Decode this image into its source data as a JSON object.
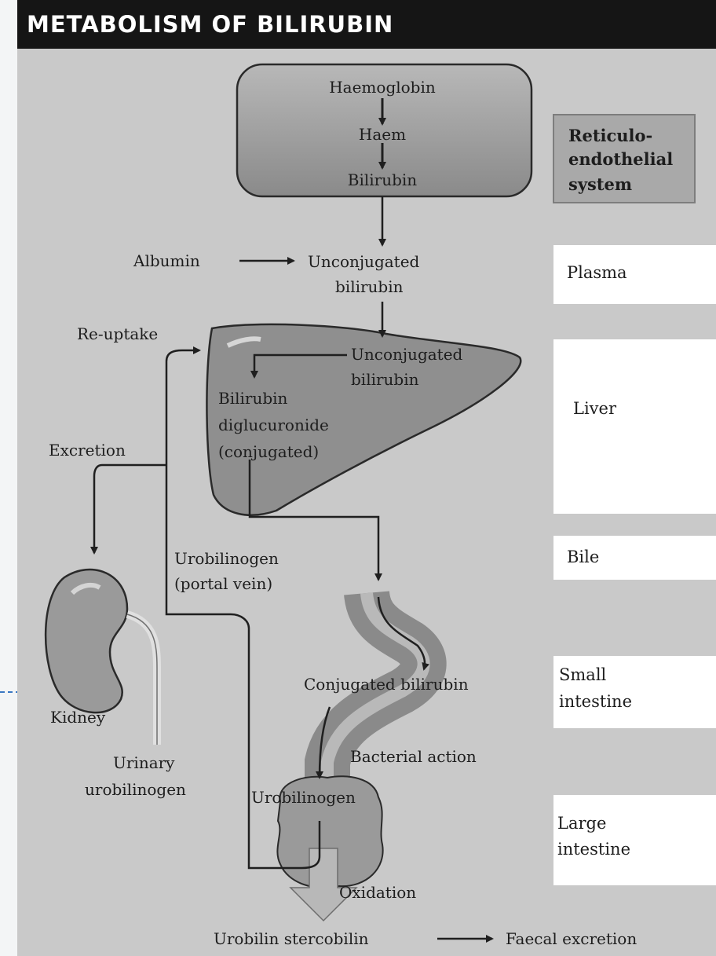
{
  "title": "METABOLISM OF BILIRUBIN",
  "colors": {
    "background": "#c9c9c9",
    "title_bar": "#151515",
    "organ_fill": "#8f8f8f",
    "side_label_bg": "#ffffff",
    "reticulo_bg": "#a9a9a9",
    "arrow": "#1f1f1f"
  },
  "reticulo": {
    "haemoglobin": "Haemoglobin",
    "haem": "Haem",
    "bilirubin": "Bilirubin",
    "label_line1": "Reticulo-",
    "label_line2": "endothelial",
    "label_line3": "system"
  },
  "plasma": {
    "albumin": "Albumin",
    "unconj_line1": "Unconjugated",
    "unconj_line2": "bilirubin",
    "label": "Plasma"
  },
  "liver": {
    "reuptake": "Re-uptake",
    "unconj_line1": "Unconjugated",
    "unconj_line2": "bilirubin",
    "diglu_line1": "Bilirubin",
    "diglu_line2": "diglucuronide",
    "diglu_line3": "(conjugated)",
    "excretion": "Excretion",
    "label": "Liver"
  },
  "bile": {
    "urobilinogen_line1": "Urobilinogen",
    "urobilinogen_line2": "(portal vein)",
    "label": "Bile"
  },
  "small_intestine": {
    "conjugated": "Conjugated bilirubin",
    "label_line1": "Small",
    "label_line2": "intestine"
  },
  "kidney": {
    "label": "Kidney",
    "urinary_line1": "Urinary",
    "urinary_line2": "urobilinogen"
  },
  "large_intestine": {
    "bacterial": "Bacterial action",
    "urobilinogen": "Urobilinogen",
    "label_line1": "Large",
    "label_line2": "intestine",
    "oxidation": "Oxidation"
  },
  "output": {
    "urobilin": "Urobilin stercobilin",
    "faecal": "Faecal excretion"
  }
}
